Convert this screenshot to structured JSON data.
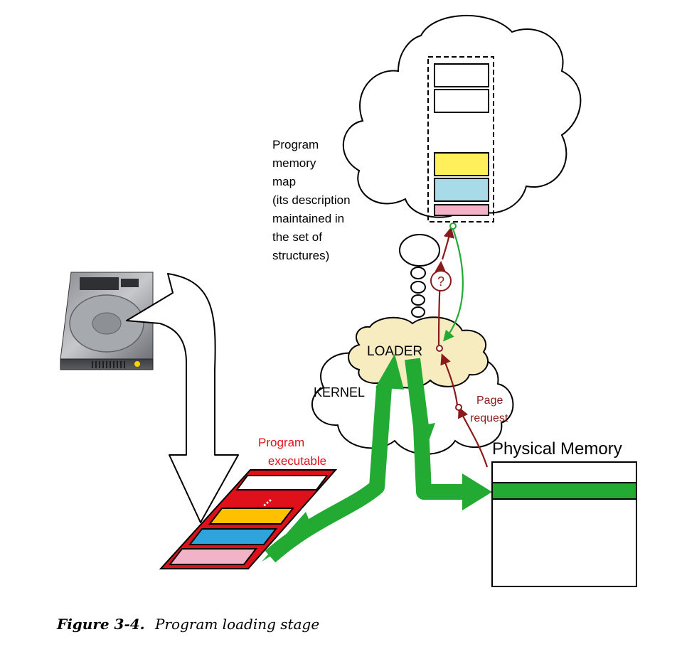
{
  "labels": {
    "map_desc": [
      "Program",
      "memory",
      "map",
      "(its description",
      "maintained in",
      "the set of",
      "structures)"
    ],
    "loader": "LOADER",
    "kernel": "KERNEL",
    "question": "?",
    "page_request": [
      "Page",
      "request"
    ],
    "program_executable": [
      "Program",
      "executable"
    ],
    "exe_dots": "...",
    "physical_memory": "Physical Memory"
  },
  "caption": {
    "figure": "Figure 3-4.",
    "text": "Program loading stage"
  },
  "colors": {
    "green": "#22aa33",
    "dark_red": "#8b1a1a",
    "exec_red": "#e0101a",
    "yellow": "#ffef5a",
    "light_blue": "#a8dbe8",
    "pink": "#f2b2c8",
    "exe_yellow": "#ffc000",
    "exe_blue": "#2ea3dc",
    "loader_fill": "#f6ecc0"
  }
}
